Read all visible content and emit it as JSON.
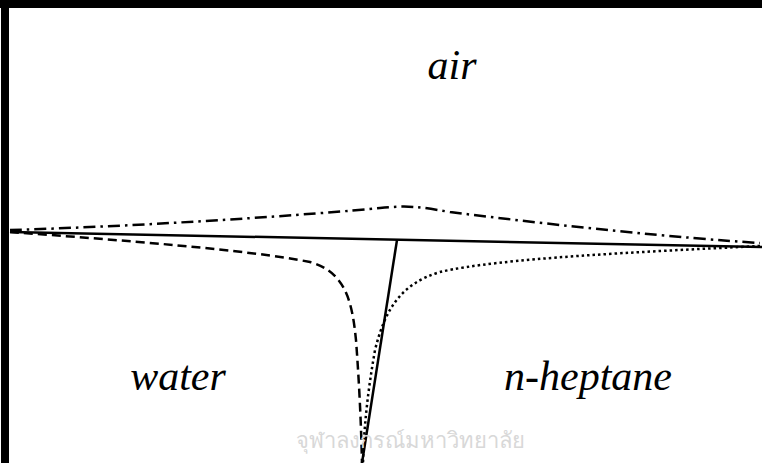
{
  "diagram": {
    "labels": [
      "air",
      "water",
      "n-heptane",
      "จุฬาลงกรณ์มหาวิทยาลัย"
    ]
  }
}
